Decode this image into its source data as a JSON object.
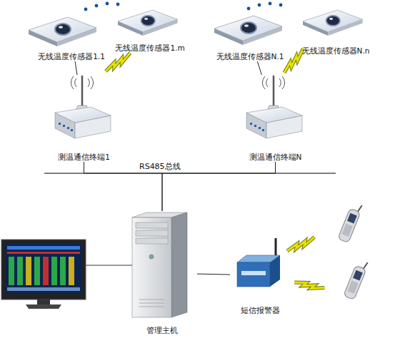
{
  "diagram": {
    "nodes": [
      {
        "text": [
          "无线温度传感器1.1"
        ]
      },
      {
        "text": [
          "无线温度传感器1.m"
        ]
      },
      {
        "text": [
          "无线温度传感器N.1"
        ]
      },
      {
        "text": [
          "无线温度传感器N.n"
        ]
      },
      {
        "text": [
          "测温通信终端1"
        ]
      },
      {
        "text": [
          "测温通信终端N"
        ]
      },
      {
        "text": [
          "管理主机"
        ]
      },
      {
        "text": [
          "短信报警器"
        ]
      }
    ],
    "edges": [
      {
        "from": 0,
        "to": 4,
        "arrow": "none"
      },
      {
        "from": 2,
        "to": 5,
        "arrow": "none"
      },
      {
        "from": 4,
        "to": 6,
        "arrow": "none"
      },
      {
        "from": 5,
        "to": 6,
        "arrow": "none"
      },
      {
        "from": 6,
        "to": 7,
        "arrow": "none"
      }
    ],
    "labels": [
      "RS485总线"
    ]
  }
}
